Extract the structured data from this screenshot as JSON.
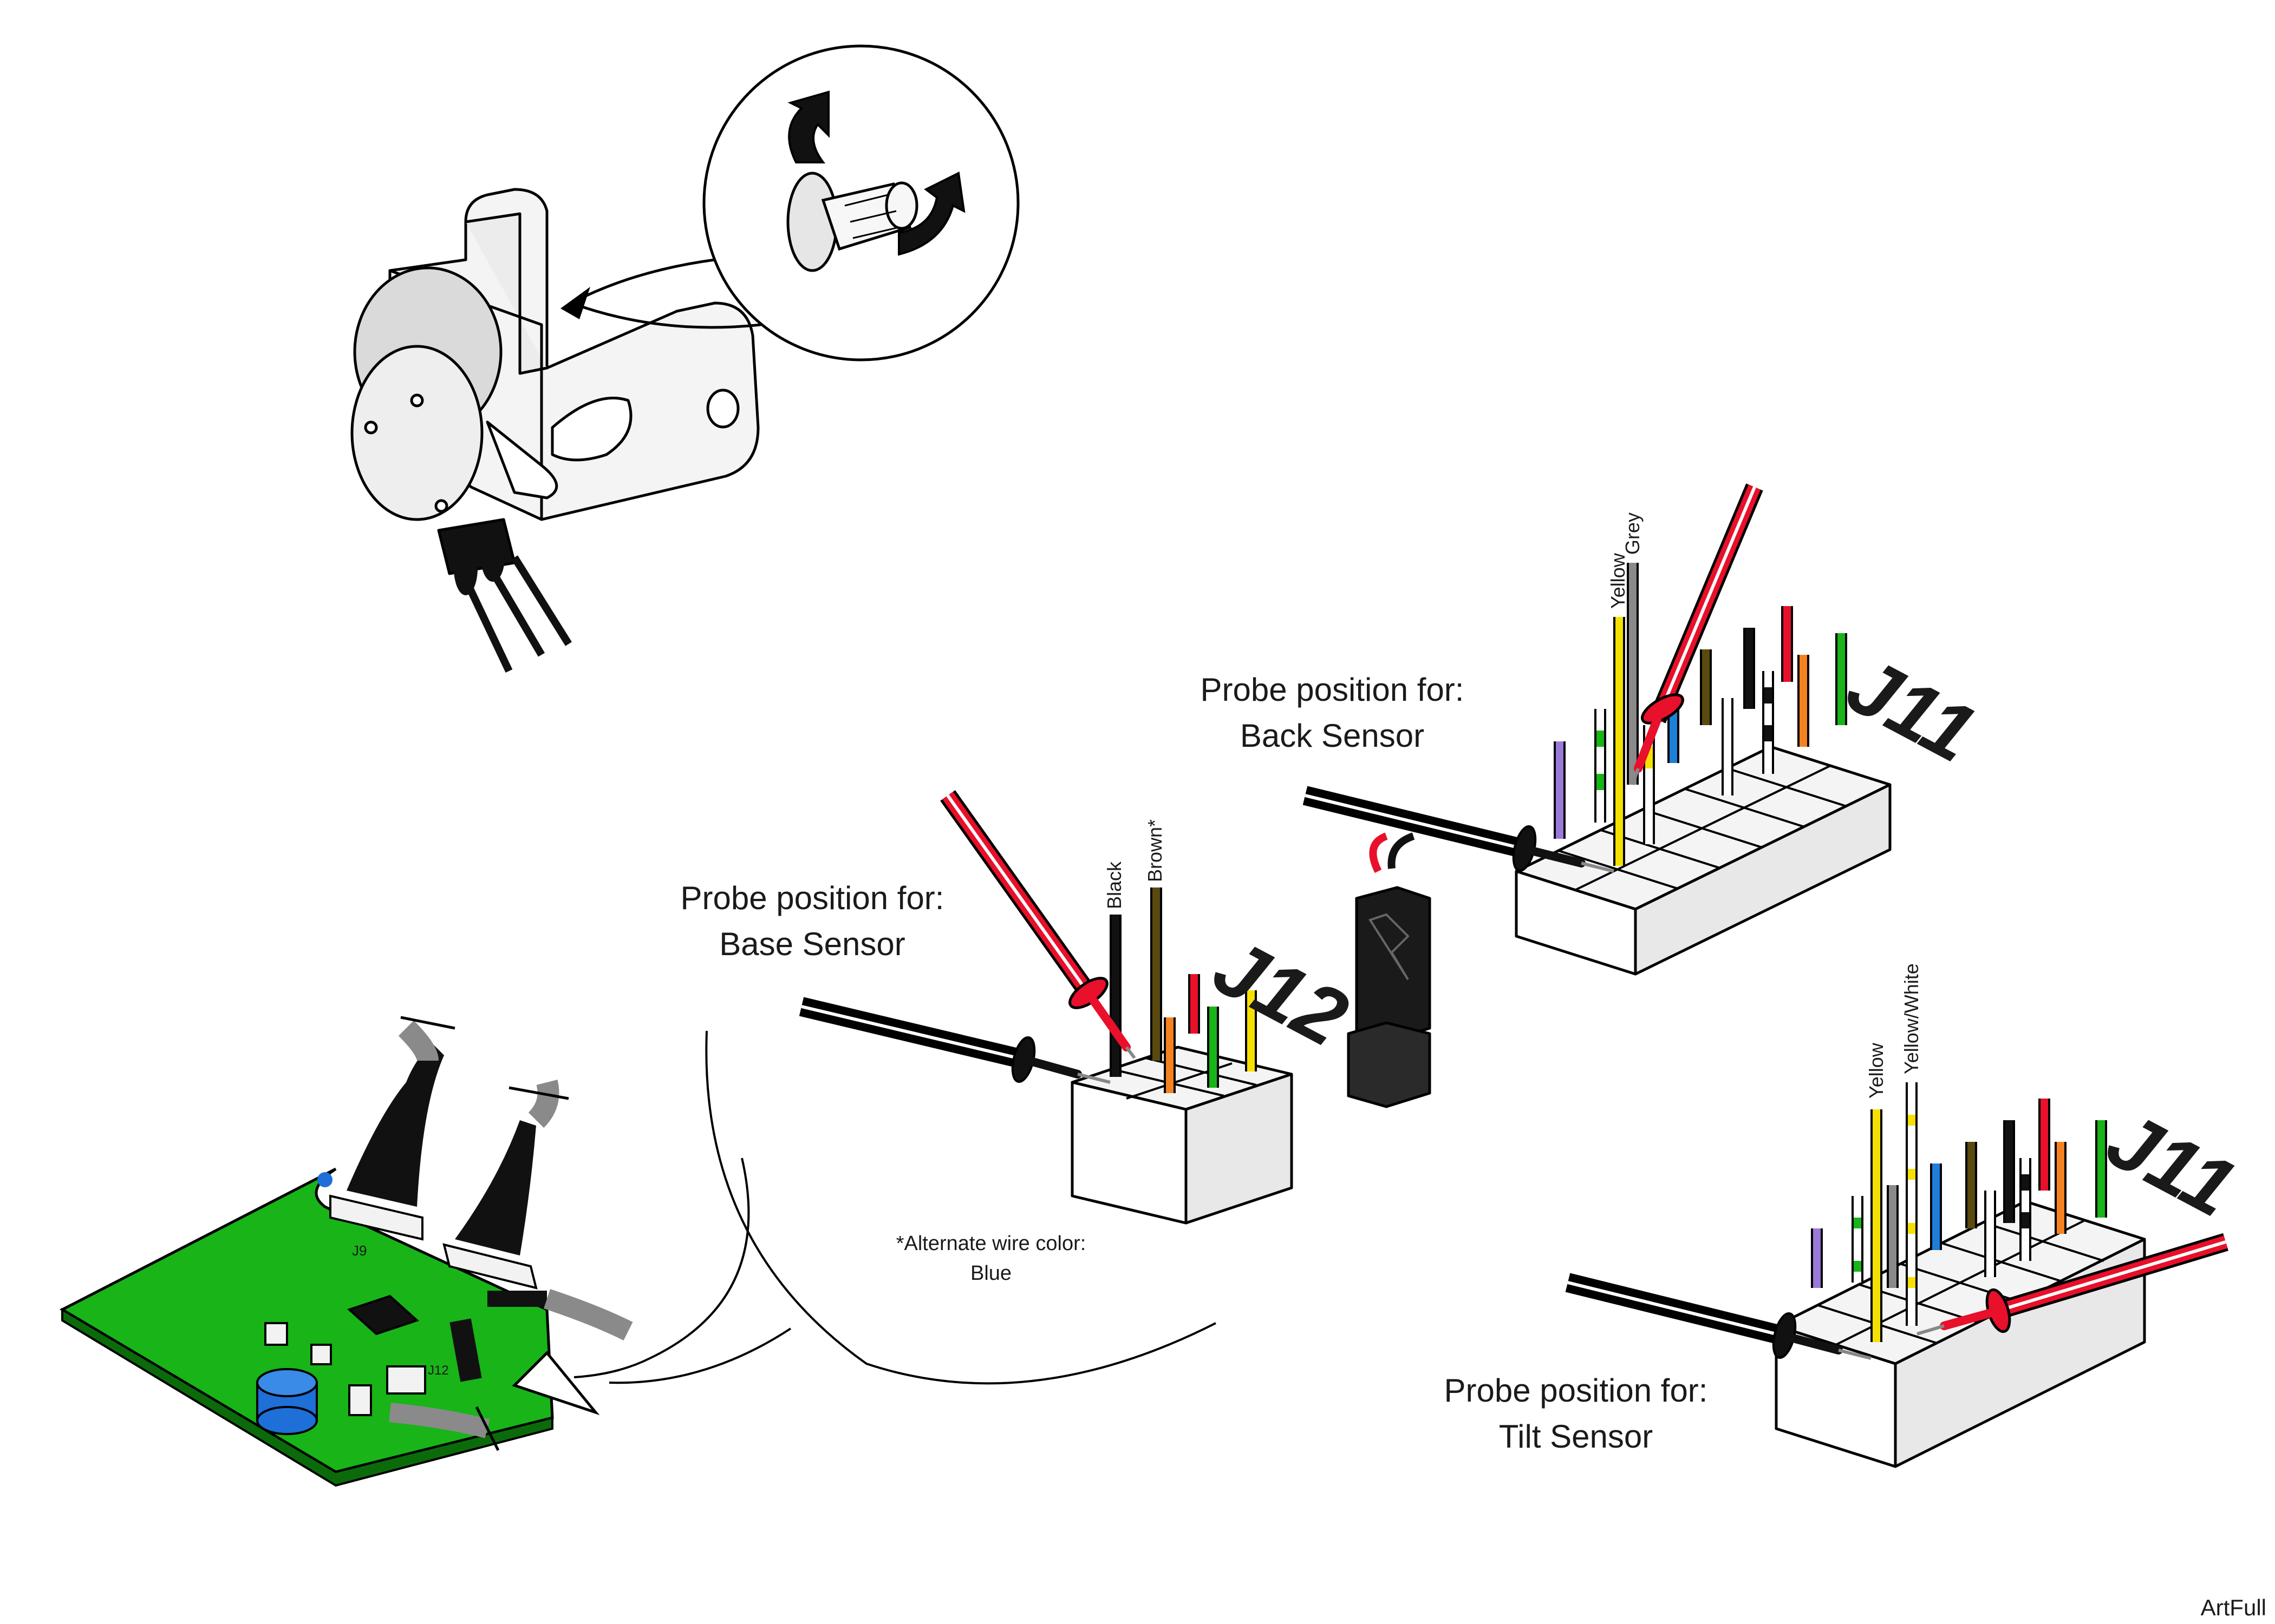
{
  "labels": {
    "base_probe_line1": "Probe position for:",
    "base_probe_line2": "Base Sensor",
    "back_probe_line1": "Probe position for:",
    "back_probe_line2": "Back Sensor",
    "tilt_probe_line1": "Probe position for:",
    "tilt_probe_line2": "Tilt Sensor",
    "note_line1": "*Alternate wire color:",
    "note_line2": "Blue",
    "watermark": "ArtFull"
  },
  "connectors": {
    "j12": {
      "name": "J12",
      "wire_labels": [
        "Black",
        "Brown*"
      ]
    },
    "j11_back": {
      "name": "J11",
      "wire_labels": [
        "Yellow",
        "Grey"
      ]
    },
    "j11_tilt": {
      "name": "J11",
      "wire_labels": [
        "Yellow",
        "Yellow/White"
      ]
    }
  },
  "pcb": {
    "silkscreen_j9": "J9",
    "silkscreen_j12": "J12"
  },
  "colors": {
    "pcb_green": "#18b418",
    "probe_red": "#e8102a",
    "probe_black": "#111111",
    "wire_yellow": "#f5e000",
    "wire_grey": "#8a8a8a",
    "wire_brown": "#5a4a10",
    "wire_orange": "#f58220",
    "wire_green": "#18b418",
    "wire_blue": "#1e7fd8",
    "wire_purple": "#9a7ad8",
    "wire_red": "#e8102a",
    "capacitor_blue": "#1e6fd8"
  },
  "icons": [
    "rotation-arrows-icon",
    "magnifier-callout-icon"
  ]
}
